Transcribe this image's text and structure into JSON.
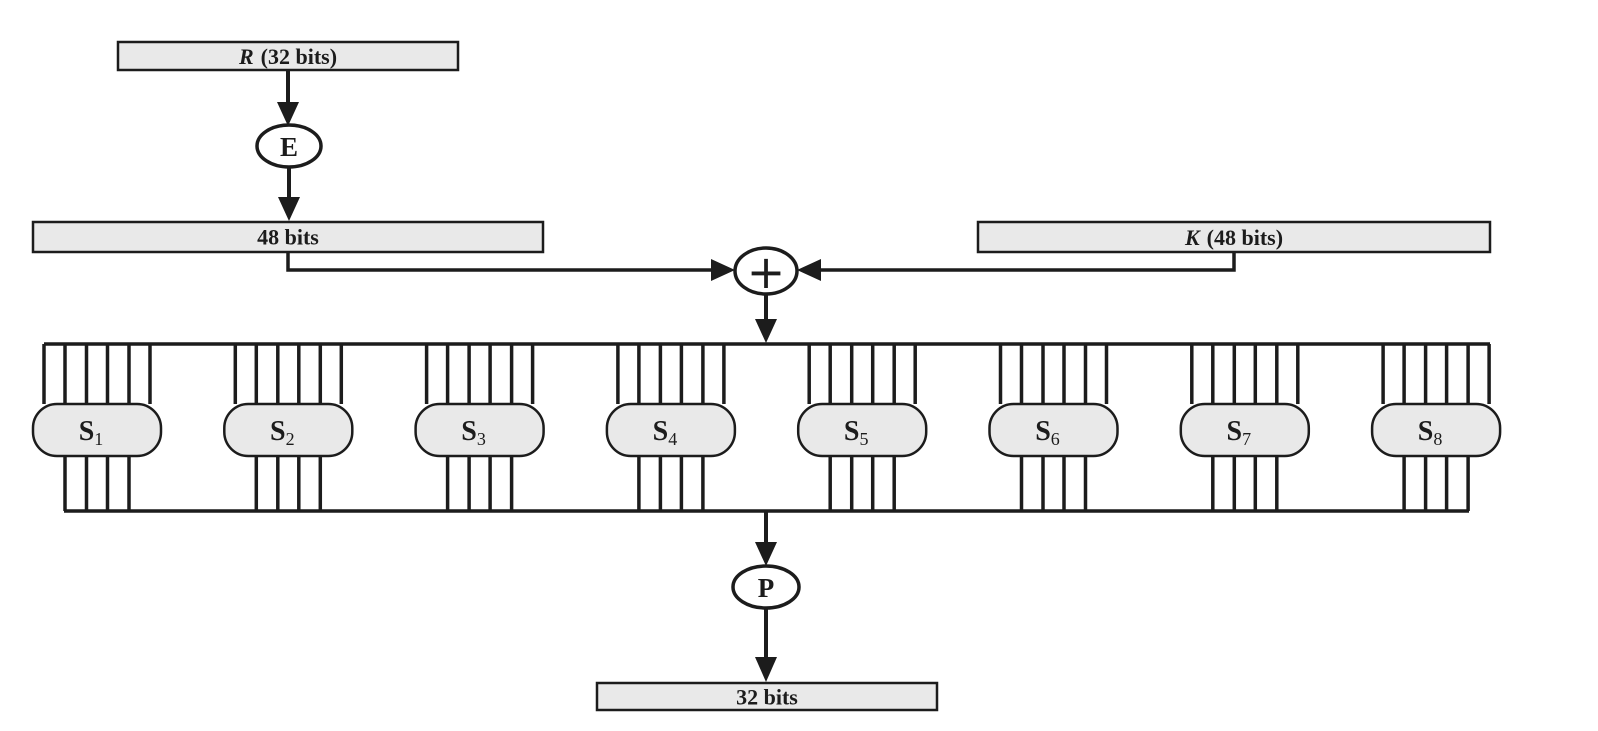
{
  "nodes": {
    "r_input": {
      "var": "R",
      "rest": "(32 bits)"
    },
    "expansion": {
      "label": "E"
    },
    "expanded": {
      "label": "48 bits"
    },
    "key": {
      "var": "K",
      "rest": "(48 bits)"
    },
    "xor": {
      "symbol": "+"
    },
    "permutation": {
      "label": "P"
    },
    "output": {
      "label": "32 bits"
    }
  },
  "sboxes": [
    {
      "base": "S",
      "sub": "1"
    },
    {
      "base": "S",
      "sub": "2"
    },
    {
      "base": "S",
      "sub": "3"
    },
    {
      "base": "S",
      "sub": "4"
    },
    {
      "base": "S",
      "sub": "5"
    },
    {
      "base": "S",
      "sub": "6"
    },
    {
      "base": "S",
      "sub": "7"
    },
    {
      "base": "S",
      "sub": "8"
    }
  ],
  "colors": {
    "box_fill": "#e9e9e9",
    "stroke": "#1c1c1c",
    "background": "#ffffff"
  }
}
